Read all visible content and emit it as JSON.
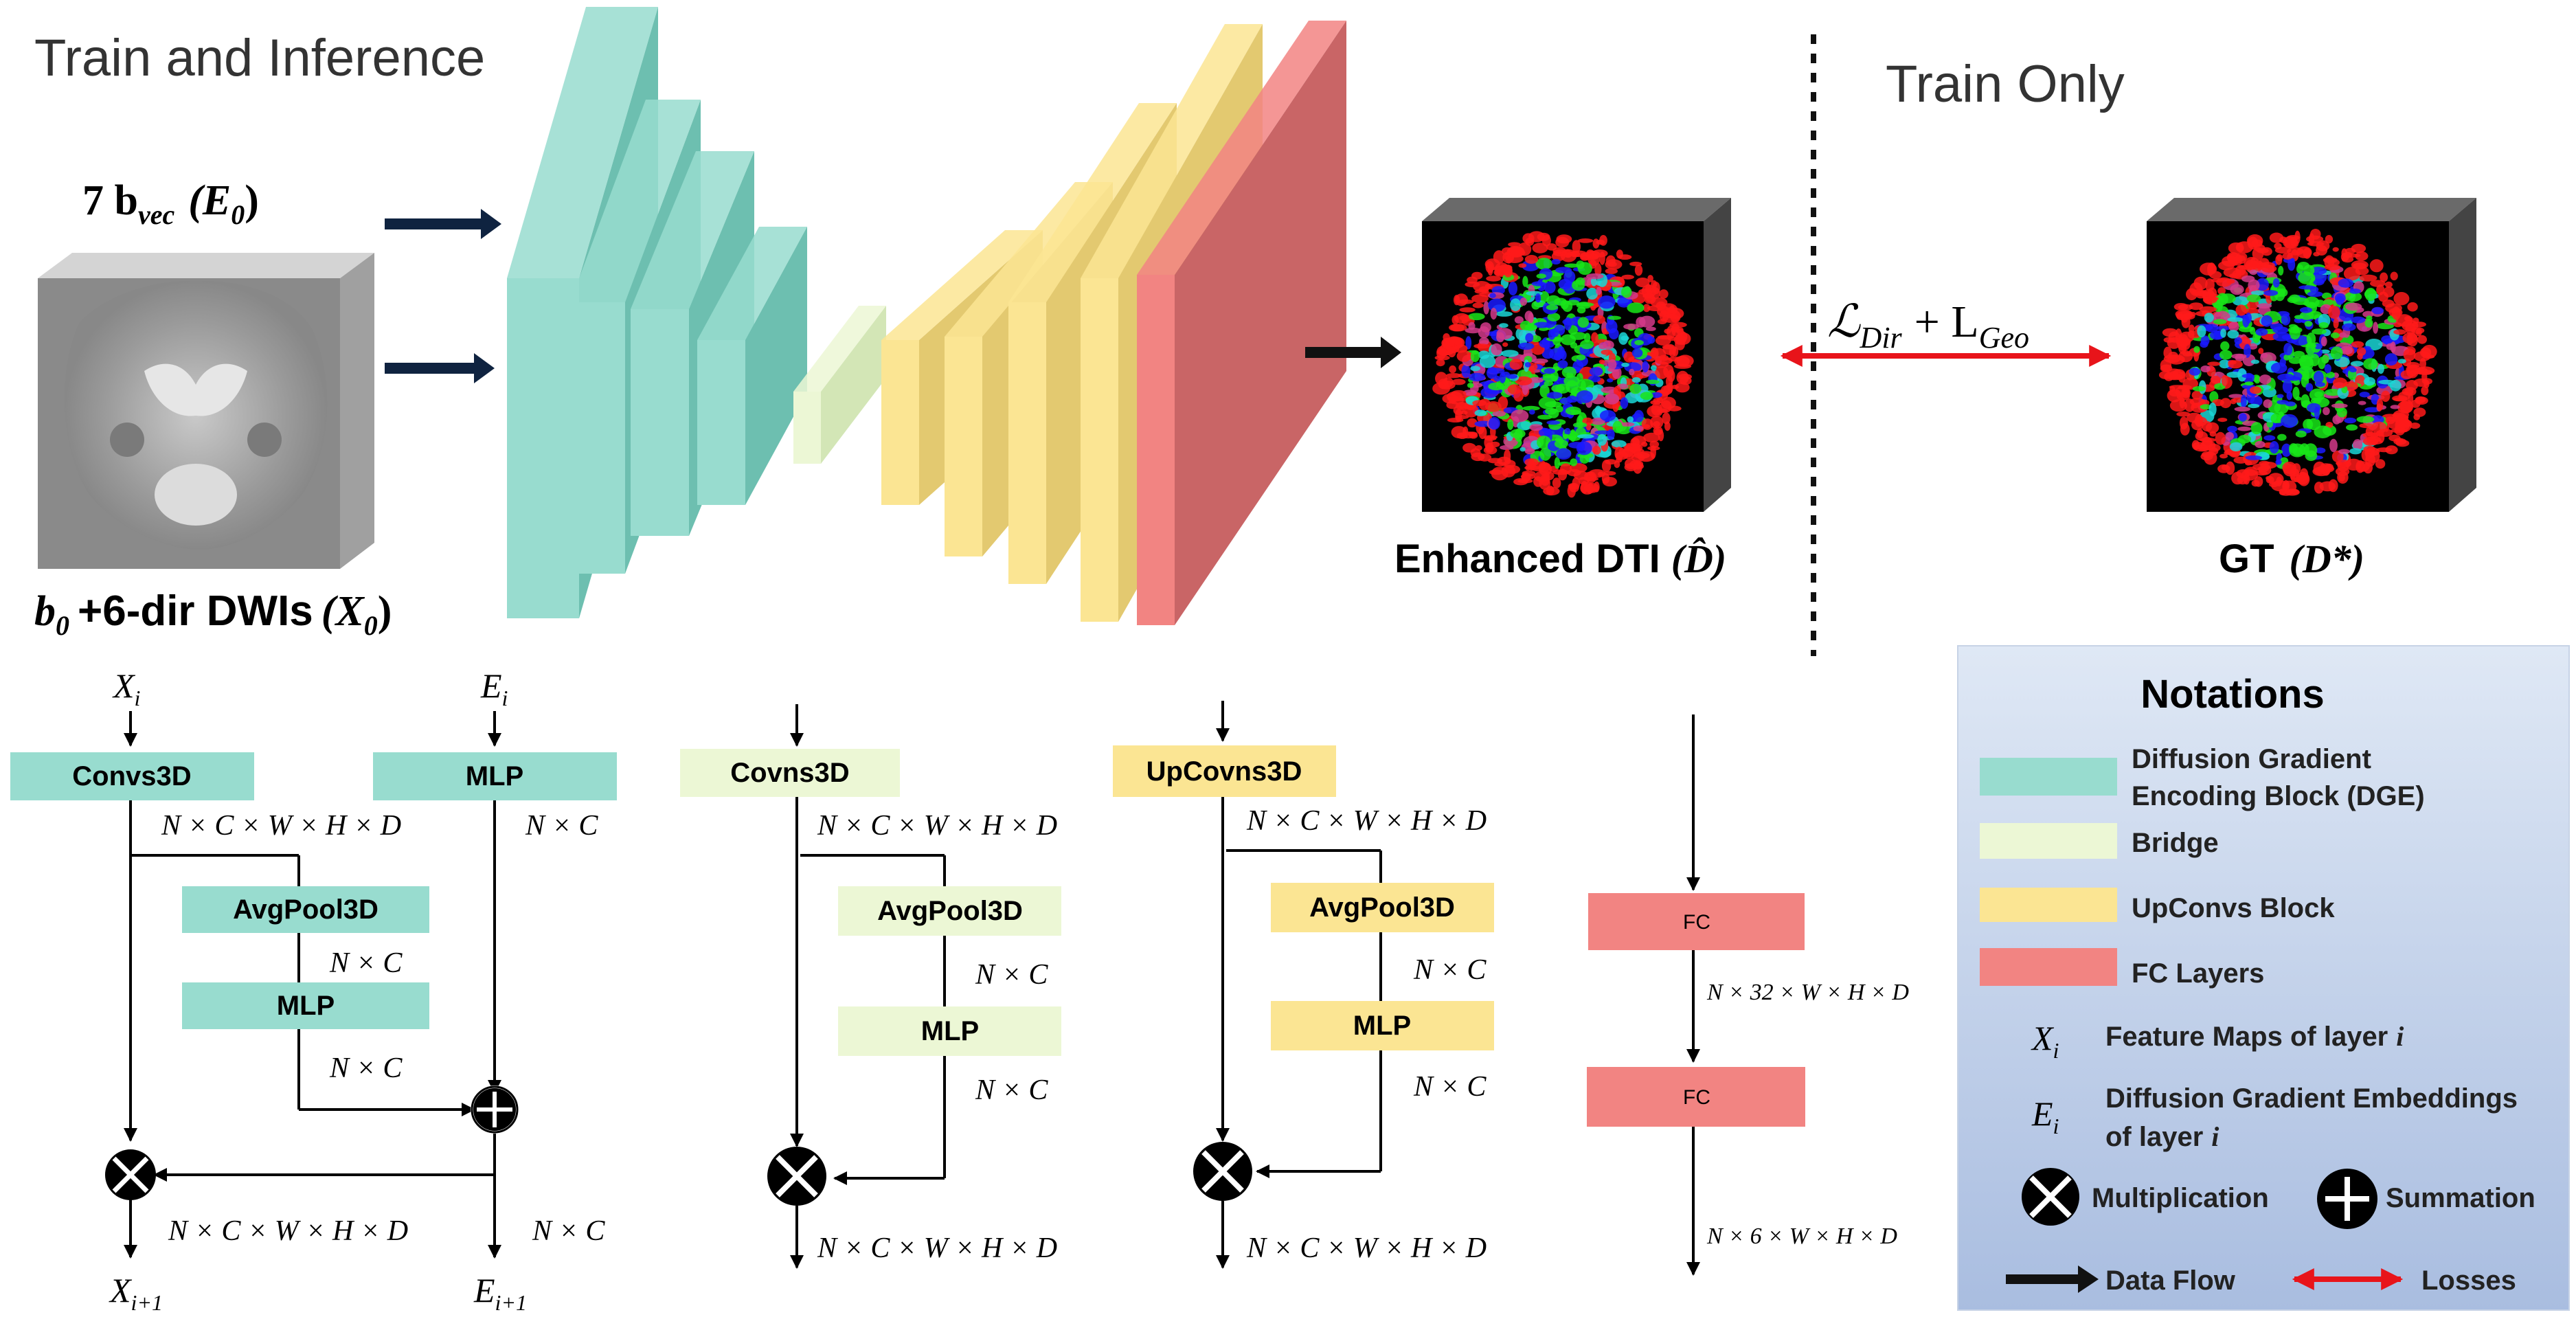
{
  "headings": {
    "train_and_inference": "Train and Inference",
    "train_only": "Train Only"
  },
  "inputs": {
    "bvec_label": "7 b",
    "bvec_sub": "vec",
    "bvec_sym": "(E",
    "bvec_sym_sub": "0",
    "bvec_sym_close": ")",
    "dwi_b": "b",
    "dwi_b_sub": "0",
    "dwi_rest": "+6-dir DWIs",
    "dwi_sym": "(X",
    "dwi_sym_sub": "0",
    "dwi_sym_close": ")"
  },
  "outputs": {
    "enhanced_label": "Enhanced DTI",
    "enhanced_sym": "(D̂)",
    "gt_label": "GT",
    "gt_sym": "(D*)",
    "loss_expr": "ℒ",
    "loss_dir": "Dir",
    "loss_plus": "+ L",
    "loss_geo": "Geo"
  },
  "dge_block": {
    "in_x": "X",
    "in_x_sub": "i",
    "in_e": "E",
    "in_e_sub": "i",
    "conv": "Convs3D",
    "mlp": "MLP",
    "avgpool": "AvgPool3D",
    "mlp2": "MLP",
    "dim_full": "N × C × W × H × D",
    "dim_nc": "N × C",
    "out_x": "X",
    "out_x_sub": "i+1",
    "out_e": "E",
    "out_e_sub": "i+1"
  },
  "bridge_block": {
    "conv": "Covns3D",
    "avgpool": "AvgPool3D",
    "mlp": "MLP",
    "dim_full": "N × C × W × H × D",
    "dim_nc": "N × C"
  },
  "upconv_block": {
    "conv": "UpCovns3D",
    "avgpool": "AvgPool3D",
    "mlp": "MLP",
    "dim_full": "N × C × W × H × D",
    "dim_nc": "N × C"
  },
  "fc_block": {
    "fc1": "FC",
    "fc2": "FC",
    "dim_mid": "N × 32 × W × H × D",
    "dim_out": "N × 6 × W × H × D"
  },
  "notations": {
    "title": "Notations",
    "dge_line1": "Diffusion Gradient",
    "dge_line2": "Encoding Block (DGE)",
    "bridge": "Bridge",
    "upconvs": "UpConvs Block",
    "fc": "FC Layers",
    "xi_sym": "X",
    "xi_sub": "i",
    "xi_desc": "Feature Maps of layer",
    "xi_var": "i",
    "ei_sym": "E",
    "ei_sub": "i",
    "ei_desc1": "Diffusion Gradient Embeddings",
    "ei_desc2": "of layer",
    "ei_var": "i",
    "mult": "Multiplication",
    "sum": "Summation",
    "flow": "Data Flow",
    "losses": "Losses"
  },
  "colors": {
    "teal": "#98dccf",
    "teal_side": "#6dbfb0",
    "bridge": "#ecf7d5",
    "yellow": "#fbe593",
    "yellow_side": "#e3c970",
    "red": "#f28482",
    "red_side": "#c96566",
    "arrow_dark": "#0f2340",
    "loss_red": "#e8141a"
  }
}
